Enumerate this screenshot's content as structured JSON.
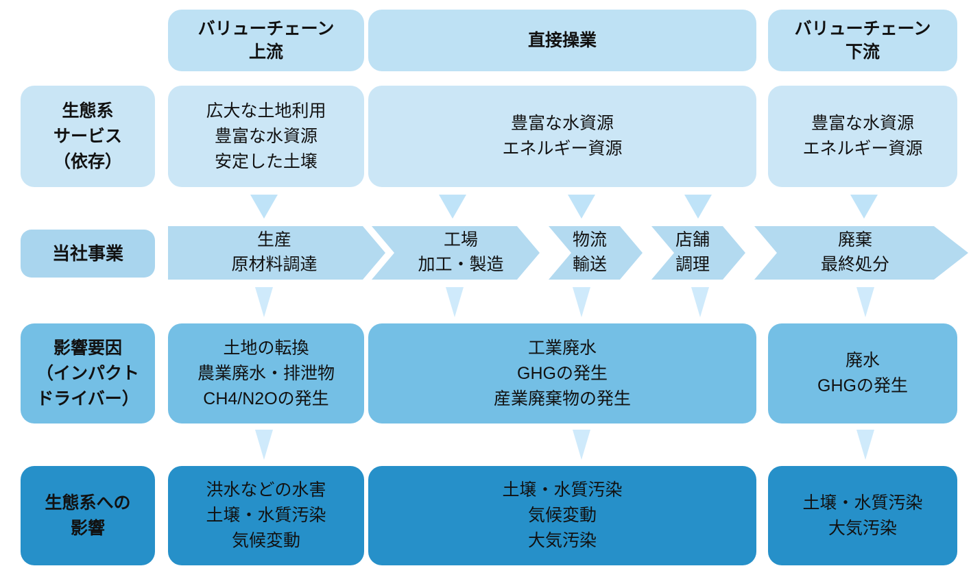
{
  "diagram": {
    "title": "value-chain-ecosystem-diagram",
    "headers": [
      {
        "id": "upstream",
        "label": "バリューチェーン\n上流"
      },
      {
        "id": "direct",
        "label": "直接操業"
      },
      {
        "id": "downstream",
        "label": "バリューチェーン\n下流"
      }
    ],
    "rows": [
      {
        "id": "ecosystem-services",
        "label": "生態系\nサービス\n（依存）",
        "cells": [
          "広大な土地利用\n豊富な水資源\n安定した土壌",
          "豊富な水資源\nエネルギー資源",
          "豊富な水資源\nエネルギー資源"
        ]
      },
      {
        "id": "business",
        "label": "当社事業",
        "steps": [
          "生産\n原材料調達",
          "工場\n加工・製造",
          "物流\n輸送",
          "店舗\n調理",
          "廃棄\n最終処分"
        ]
      },
      {
        "id": "impact-drivers",
        "label": "影響要因\n（インパクト\nドライバー）",
        "cells": [
          "土地の転換\n農業廃水・排泄物\nCH4/N2Oの発生",
          "工業廃水\nGHGの発生\n産業廃棄物の発生",
          "廃水\nGHGの発生"
        ]
      },
      {
        "id": "ecosystem-impact",
        "label": "生態系への\n影響",
        "cells": [
          "洪水などの水害\n土壌・水質汚染\n気候変動",
          "土壌・水質汚染\n気候変動\n大気汚染",
          "土壌・水質汚染\n大気汚染"
        ]
      }
    ],
    "colors": {
      "header": "#bee1f4",
      "dependency_box": "#cbe6f6",
      "business_label": "#a9d5ee",
      "chevron": "#b3daf0",
      "impact_driver_box": "#74bfe5",
      "ecosystem_impact_box": "#2690c9",
      "arrow_wide": "#bfe3f8",
      "arrow_narrow": "#cfeafb",
      "text": "#111111"
    }
  }
}
